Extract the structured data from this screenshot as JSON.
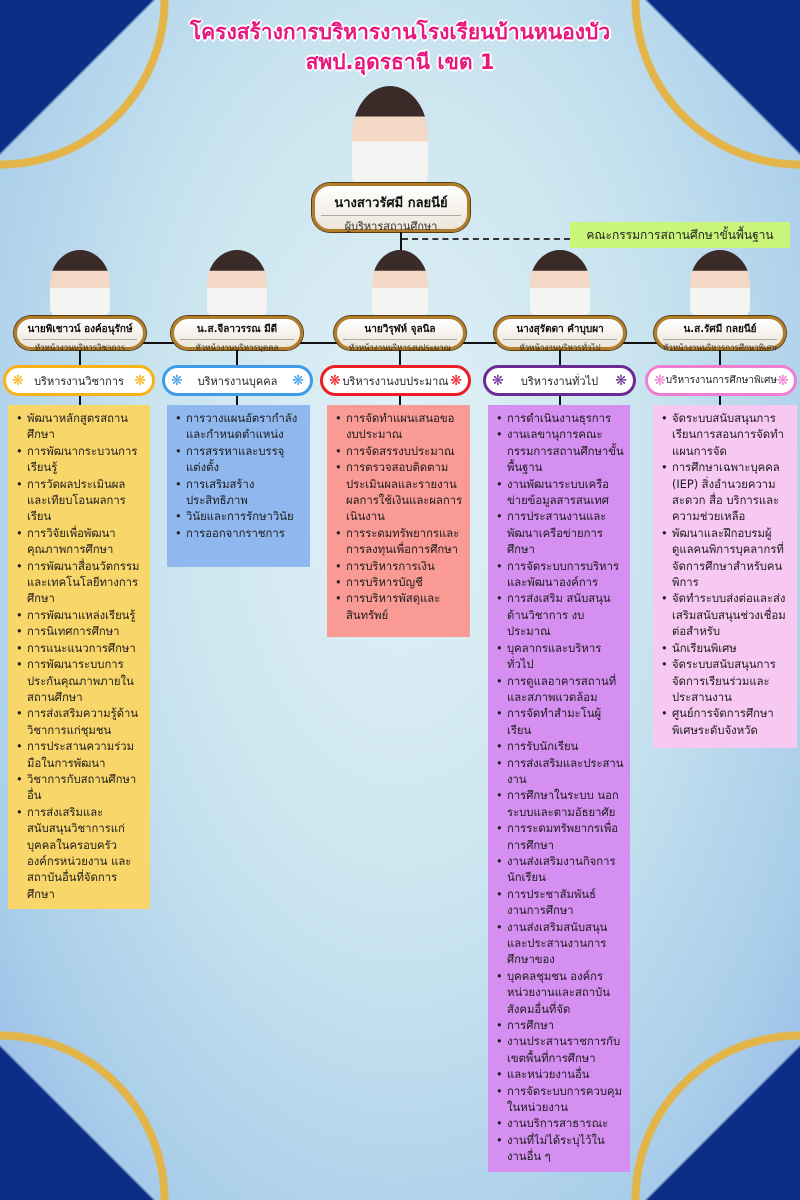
{
  "title": {
    "line1": "โครงสร้างการบริหารงานโรงเรียนบ้านหนองบัว",
    "line2": "สพป.อุดรธานี เขต 1"
  },
  "director": {
    "name": "นางสาวรัศมี  กลยนีย์",
    "role": "ผู้บริหารสถานศึกษา"
  },
  "committee": "คณะกรรมการสถานศึกษาขั้นพื้นฐาน",
  "colors": {
    "academic": "#f9b21a",
    "personnel": "#3d9be9",
    "budget": "#ee1c24",
    "general": "#6b2b93",
    "special": "#f07ed0"
  },
  "heads": [
    {
      "name": "นายพิเชาวน์ องค์อนุรักษ์",
      "role": "หัวหน้างานบริหารวิชาการ"
    },
    {
      "name": "น.ส.จีลาวรรณ  มีดี",
      "role": "หัวหน้างานบริหารบุคคล"
    },
    {
      "name": "นายวิรุฬห์  จุลนิล",
      "role": "หัวหน้างานบริหารงบประมาณ"
    },
    {
      "name": "นางสุรัตดา คำบุบผา",
      "role": "หัวหน้างานบริหารทั่วไป"
    },
    {
      "name": "น.ส.รัศมี กลยนีย์",
      "role": "หัวหน้างานบริหารการศึกษาพิเศษ"
    }
  ],
  "departments": [
    {
      "label": "บริหารงานวิชาการ",
      "items": [
        "พัฒนาหลักสูตรสถานศึกษา",
        "การพัฒนากระบวนการเรียนรู้",
        "การวัดผลประเมินผลและเทียบโอนผลการเรียน",
        "การวิจัยเพื่อพัฒนาคุณภาพการศึกษา",
        "การพัฒนาสื่อนวัตกรรมและเทคโนโลยีทางการศึกษา",
        "การพัฒนาแหล่งเรียนรู้",
        "การนิเทศการศึกษา",
        "การแนะแนวการศึกษา",
        "การพัฒนาระบบการประกันคุณภาพภายในสถานศึกษา",
        "การส่งเสริมความรู้ด้านวิชาการแก่ชุมชน",
        "การประสานความร่วมมือในการพัฒนา",
        "วิชาการกับสถานศึกษาอื่น",
        "การส่งเสริมและสนับสนุนวิชาการแก่บุคคลในครอบครัว องค์กรหน่วยงาน และสถาบันอื่นที่จัดการศึกษา"
      ]
    },
    {
      "label": "บริหารงานบุคคล",
      "items": [
        "การวางแผนอัตรากำลังและกำหนดตำแหน่ง",
        "การสรรหาและบรรจุแต่งตั้ง",
        "การเสริมสร้างประสิทธิภาพ",
        "วินัยและการรักษาวินัย",
        "การออกจากราชการ"
      ]
    },
    {
      "label": "บริหารงานงบประมาณ",
      "items": [
        "การจัดทำแผนเสนอของบประมาณ",
        "การจัดสรรงบประมาณ",
        "การตรวจสอบติดตามประเมินผลและรายงานผลการใช้เงินและผลการเนินงาน",
        "การระดมทรัพยากรและการลงทุนเพื่อการศึกษา",
        "การบริหารการเงิน",
        "การบริหารบัญชี",
        "การบริหารพัสดุและสินทรัพย์"
      ]
    },
    {
      "label": "บริหารงานทั่วไป",
      "items": [
        "การดำเนินงานธุรการ",
        "งานเลขานุการคณะกรรมการสถานศึกษาขั้นพื้นฐาน",
        "งานพัฒนาระบบเครือข่ายข้อมูลสารสนเทศ",
        "การประสานงานและพัฒนาเครือข่ายการศึกษา",
        "การจัดระบบการบริหารและพัฒนาองค์การ",
        "การส่งเสริม สนับสนุนด้านวิชาการ งบประมาณ",
        "บุคลากรและบริหารทั่วไป",
        "การดูแลอาคารสถานที่และสภาพแวดล้อม",
        "การจัดทำสำมะโนผู้เรียน",
        "การรับนักเรียน",
        "การส่งเสริมและประสานงาน",
        "การศึกษาในระบบ นอกระบบและตามอัธยาศัย",
        "การระดมทรัพยากรเพื่อการศึกษา",
        "งานส่งเสริมงานกิจการนักเรียน",
        "การประชาสัมพันธ์งานการศึกษา",
        "งานส่งเสริมสนับสนุนและประสานงานการศึกษาของ",
        "บุคคลชุมชน องค์กรหน่วยงานและสถาบันสังคมอื่นที่จัด",
        "การศึกษา",
        "งานประสานราชการกับเขตพื้นที่การศึกษา",
        "และหน่วยงานอื่น",
        "การจัดระบบการควบคุมในหน่วยงาน",
        "งานบริการสาธารณะ",
        "งานที่ไม่ได้ระบุไว้ในงานอื่น ๆ"
      ]
    },
    {
      "label": "บริหารงานการศึกษาพิเศษ",
      "items": [
        "จัดระบบสนับสนุนการเรียนการสอนการจัดทำแผนการจัด",
        "การศึกษาเฉพาะบุคคล (IEP) สิ่งอำนวยความสะดวก สื่อ บริการและความช่วยเหลือ",
        "พัฒนาและฝึกอบรมผู้ดูแลคนพิการบุคลากรที่จัดการศึกษาสำหรับคนพิการ",
        "จัดทำระบบส่งต่อและส่งเสริมสนับสนุนช่วงเชื่อมต่อสำหรับ",
        "นักเรียนพิเศษ",
        "จัดระบบสนับสนุนการจัดการเรียนร่วมและประสานงาน",
        "ศูนย์การจัดการศึกษาพิเศษระดับจังหวัด"
      ]
    }
  ]
}
